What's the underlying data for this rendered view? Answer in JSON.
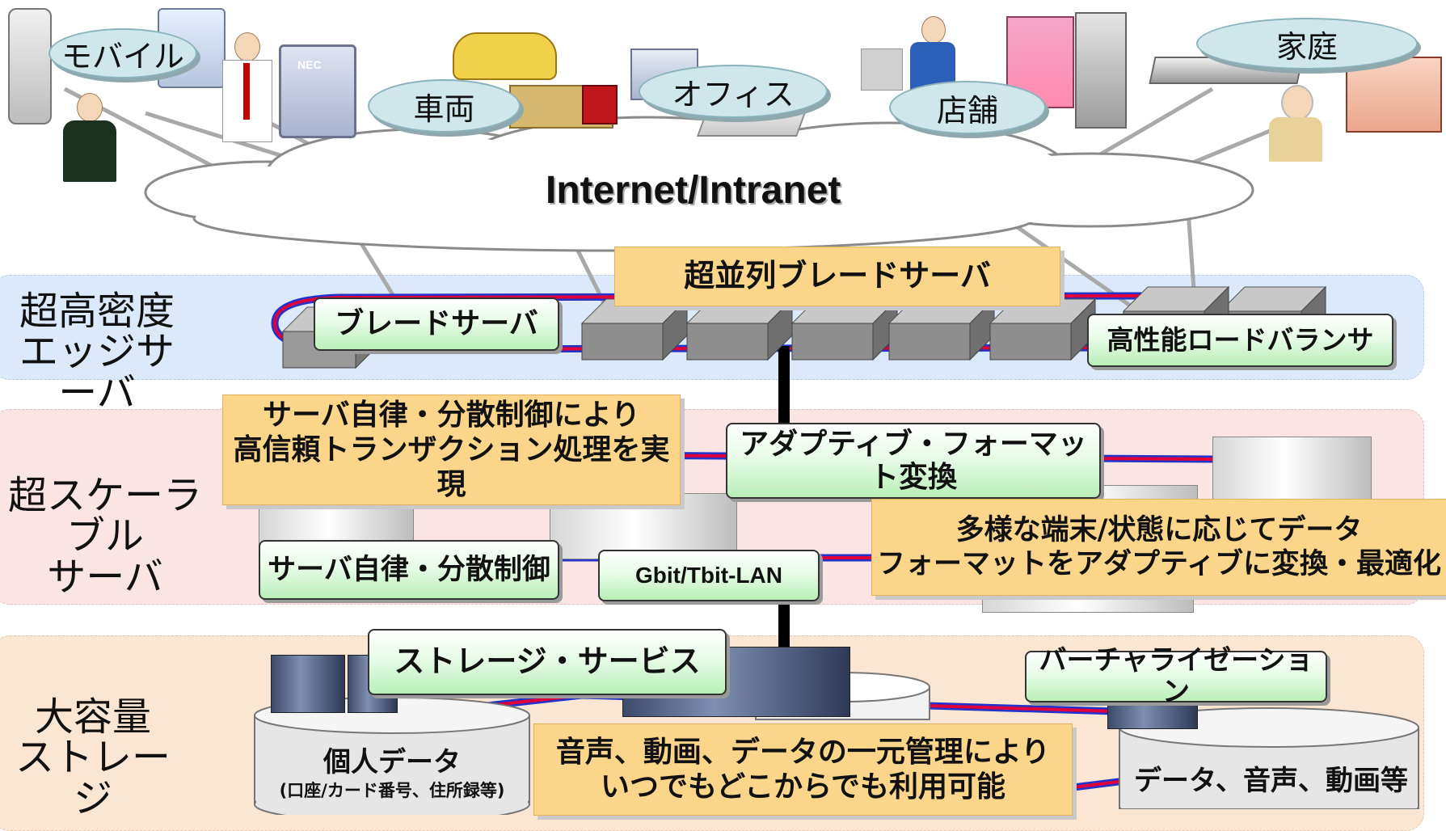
{
  "cloud": {
    "label": "Internet/Intranet"
  },
  "clients": [
    {
      "key": "mobile",
      "label": "モバイル"
    },
    {
      "key": "vehicle",
      "label": "車両"
    },
    {
      "key": "office",
      "label": "オフィス"
    },
    {
      "key": "store",
      "label": "店舗"
    },
    {
      "key": "home",
      "label": "家庭"
    }
  ],
  "nec_device_text": "NEC",
  "tiers": {
    "edge": {
      "label": "超高密度\nエッジサーバ",
      "callout": "超並列ブレードサーバ",
      "boxes": [
        "ブレードサーバ",
        "高性能ロードバランサ"
      ]
    },
    "scalable": {
      "label": "超スケーラブル\nサーバ",
      "callouts": [
        "サーバ自律・分散制御により\n高信頼トランザクション処理を実現",
        "多様な端末/状態に応じてデータ\nフォーマットをアダプティブに変換・最適化"
      ],
      "boxes": [
        "アダプティブ・フォーマット変換",
        "サーバ自律・分散制御",
        "Gbit/Tbit-LAN"
      ]
    },
    "storage": {
      "label": "大容量\nストレージ",
      "callout": "音声、動画、データの一元管理により\nいつでもどこからでも利用可能",
      "boxes": [
        "ストレージ・サービス",
        "バーチャライゼーション"
      ],
      "cylinders": [
        {
          "title": "個人データ",
          "subtitle": "(口座/カード番号、住所録等)"
        },
        {
          "title": "データ、音声、動画等",
          "subtitle": ""
        }
      ]
    }
  },
  "colors": {
    "bubble": "#cfe6ea",
    "green_box": "#b9efb9",
    "orange_box": "#fbd58a",
    "band_blue": "#dbe9fb",
    "band_pink": "#fbe4e4",
    "band_peach": "#fbe6d3",
    "link_red": "#e0003c",
    "link_blue": "#2233cc"
  }
}
